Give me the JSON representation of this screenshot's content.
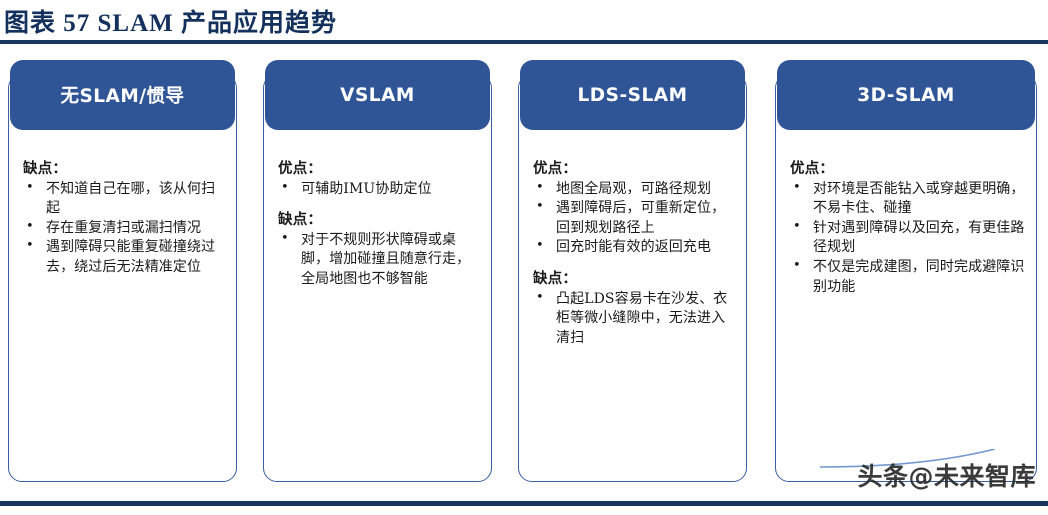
{
  "figure": {
    "title": "图表 57   SLAM 产品应用趋势",
    "accent_navy": "#17365d",
    "header_blue": "#2f5597",
    "card_border_blue": "#3b5fa3"
  },
  "cards": [
    {
      "header": "无SLAM/惯导",
      "sections": [
        {
          "title": "缺点：",
          "items": [
            "不知道自己在哪，该从何扫起",
            "存在重复清扫或漏扫情况",
            "遇到障碍只能重复碰撞绕过去，绕过后无法精准定位"
          ]
        }
      ]
    },
    {
      "header": "VSLAM",
      "sections": [
        {
          "title": "优点：",
          "items": [
            "可辅助IMU协助定位"
          ]
        },
        {
          "title": "缺点：",
          "items": [
            "对于不规则形状障碍或桌脚，增加碰撞且随意行走，全局地图也不够智能"
          ]
        }
      ]
    },
    {
      "header": "LDS-SLAM",
      "sections": [
        {
          "title": "优点：",
          "items": [
            "地图全局观，可路径规划",
            "遇到障碍后，可重新定位，回到规划路径上",
            "回充时能有效的返回充电"
          ]
        },
        {
          "title": "缺点：",
          "items": [
            "凸起LDS容易卡在沙发、衣柜等微小缝隙中，无法进入清扫"
          ]
        }
      ]
    },
    {
      "header": "3D-SLAM",
      "sections": [
        {
          "title": "优点：",
          "items": [
            "对环境是否能钻入或穿越更明确，不易卡住、碰撞",
            "针对遇到障碍以及回充，有更佳路径规划",
            "不仅是完成建图，同时完成避障识别功能"
          ]
        }
      ]
    }
  ],
  "watermark": {
    "text": "头条@未来智库"
  },
  "footer": {
    "note": ""
  }
}
